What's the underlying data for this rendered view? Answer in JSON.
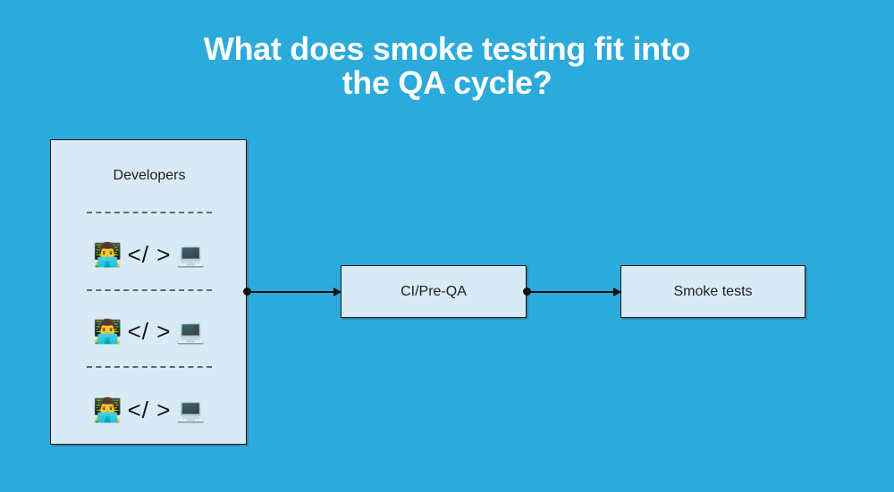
{
  "page": {
    "background_color": "#2BAADC",
    "node_fill_color": "#D7EAF6",
    "node_border_color": "#1a1a1a",
    "title_color": "#FFFFFF",
    "label_color": "#1f1f1f"
  },
  "title": "What does smoke testing fit into\nthe QA cycle?",
  "diagram": {
    "developers": {
      "label": "Developers",
      "rows": [
        {
          "person_emoji": "👨‍💻",
          "code_glyph": "</ >",
          "laptop_emoji": "💻"
        },
        {
          "person_emoji": "👨‍💻",
          "code_glyph": "</ >",
          "laptop_emoji": "💻"
        },
        {
          "person_emoji": "👨‍💻",
          "code_glyph": "</ >",
          "laptop_emoji": "💻"
        }
      ]
    },
    "ci_node": {
      "label": "CI/Pre-QA"
    },
    "smoke_node": {
      "label": "Smoke tests"
    },
    "flow": [
      "Developers",
      "CI/Pre-QA",
      "Smoke tests"
    ]
  }
}
